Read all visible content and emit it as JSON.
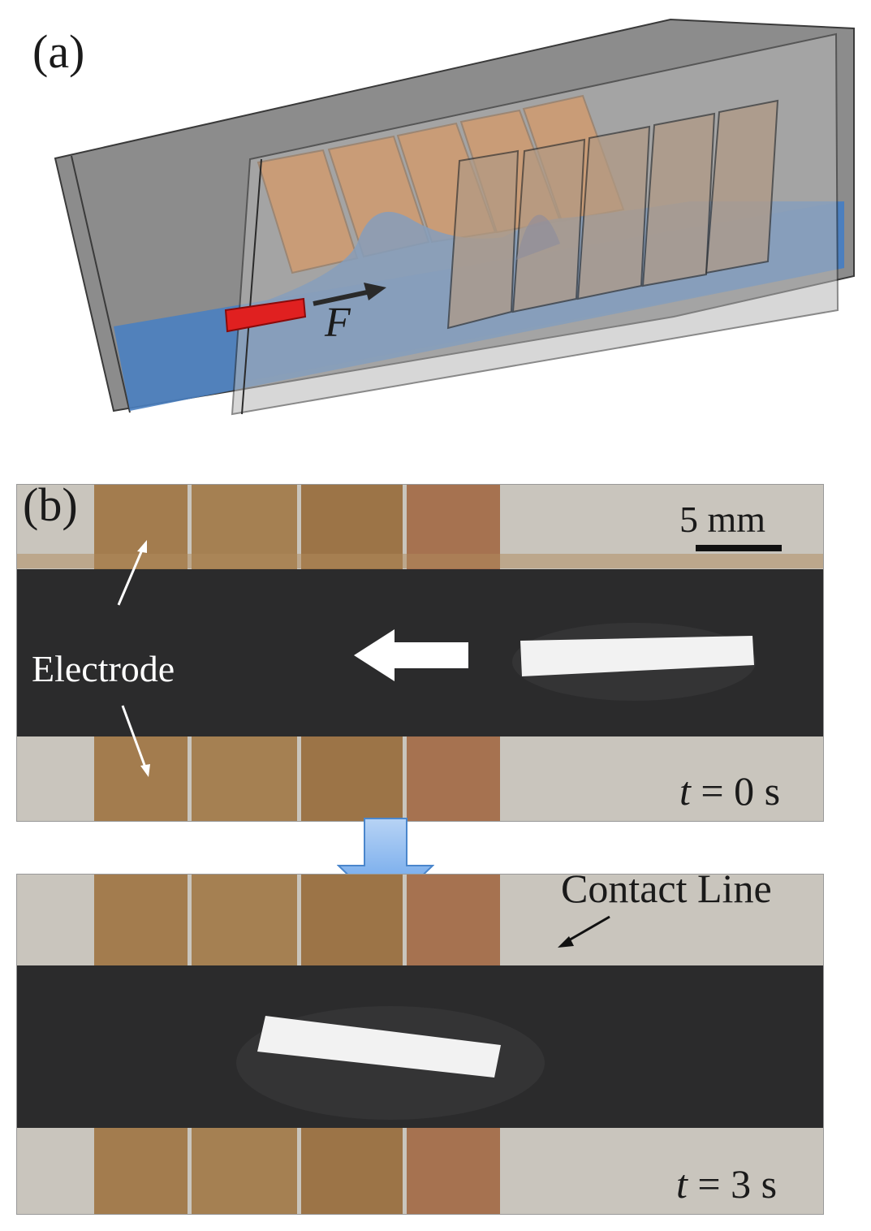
{
  "panel_a": {
    "label": "(a)",
    "force_symbol": "F",
    "colors": {
      "glass": "#8c8c8c",
      "electrode": "#e07b28",
      "water": "#4a7fc0",
      "float": "#e02020"
    }
  },
  "panel_b": {
    "label": "(b)",
    "scale_bar": "5 mm",
    "electrode_label": "Electrode",
    "contact_line_label": "Contact Line",
    "frames": [
      {
        "time_var": "t",
        "time_rest": " = 0 s"
      },
      {
        "time_var": "t",
        "time_rest": " = 3 s"
      }
    ],
    "colors": {
      "water": "#2b2b2c",
      "electrode_strip": "#a07a4c",
      "float": "#f2f2f2",
      "transition_arrow": "#5b9be8"
    }
  }
}
